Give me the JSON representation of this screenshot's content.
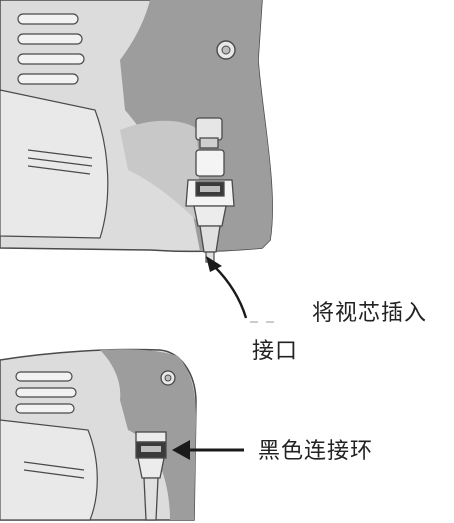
{
  "labels": {
    "insert_line1": "将视芯插入",
    "insert_line2": "接口",
    "ring": "黑色连接环"
  },
  "colors": {
    "device_fill": "#dcdcdc",
    "device_shadow": "#9d9d9d",
    "outline": "#4a4a4a",
    "arrow": "#1a1a1a",
    "text": "#222222"
  }
}
